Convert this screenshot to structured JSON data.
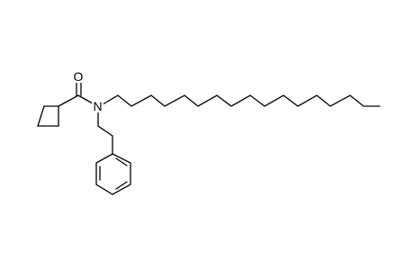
{
  "molecule": {
    "atom_labels": {
      "oxygen": "O",
      "nitrogen": "N"
    },
    "groups": [
      "cyclobutane-ring",
      "carbonyl",
      "amide-nitrogen",
      "hexadecyl-chain",
      "phenethyl-linker",
      "benzene-ring"
    ],
    "bond_color": "#000000",
    "background_color": "#ffffff"
  }
}
